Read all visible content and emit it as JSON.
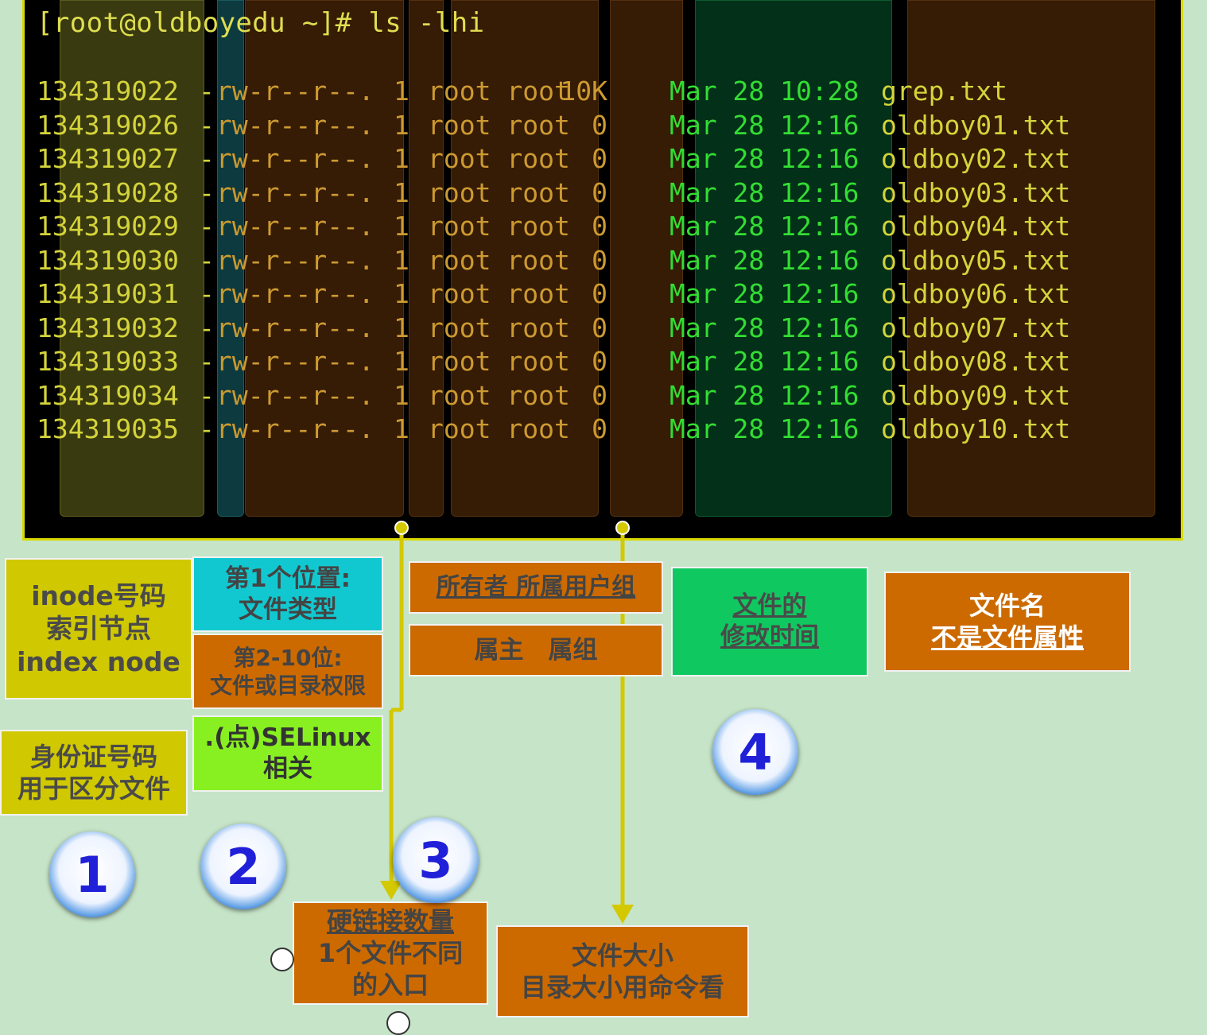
{
  "terminal": {
    "prompt": "[root@oldboyedu ~]# ls -lhi",
    "rows": [
      {
        "inode": "134319022",
        "type": "-",
        "perm": "rw-r--r--.",
        "links": "1",
        "owner": "root root",
        "size": "10K",
        "time": "Mar 28 10:28",
        "name": "grep.txt"
      },
      {
        "inode": "134319026",
        "type": "-",
        "perm": "rw-r--r--.",
        "links": "1",
        "owner": "root root",
        "size": "0",
        "time": "Mar 28 12:16",
        "name": "oldboy01.txt"
      },
      {
        "inode": "134319027",
        "type": "-",
        "perm": "rw-r--r--.",
        "links": "1",
        "owner": "root root",
        "size": "0",
        "time": "Mar 28 12:16",
        "name": "oldboy02.txt"
      },
      {
        "inode": "134319028",
        "type": "-",
        "perm": "rw-r--r--.",
        "links": "1",
        "owner": "root root",
        "size": "0",
        "time": "Mar 28 12:16",
        "name": "oldboy03.txt"
      },
      {
        "inode": "134319029",
        "type": "-",
        "perm": "rw-r--r--.",
        "links": "1",
        "owner": "root root",
        "size": "0",
        "time": "Mar 28 12:16",
        "name": "oldboy04.txt"
      },
      {
        "inode": "134319030",
        "type": "-",
        "perm": "rw-r--r--.",
        "links": "1",
        "owner": "root root",
        "size": "0",
        "time": "Mar 28 12:16",
        "name": "oldboy05.txt"
      },
      {
        "inode": "134319031",
        "type": "-",
        "perm": "rw-r--r--.",
        "links": "1",
        "owner": "root root",
        "size": "0",
        "time": "Mar 28 12:16",
        "name": "oldboy06.txt"
      },
      {
        "inode": "134319032",
        "type": "-",
        "perm": "rw-r--r--.",
        "links": "1",
        "owner": "root root",
        "size": "0",
        "time": "Mar 28 12:16",
        "name": "oldboy07.txt"
      },
      {
        "inode": "134319033",
        "type": "-",
        "perm": "rw-r--r--.",
        "links": "1",
        "owner": "root root",
        "size": "0",
        "time": "Mar 28 12:16",
        "name": "oldboy08.txt"
      },
      {
        "inode": "134319034",
        "type": "-",
        "perm": "rw-r--r--.",
        "links": "1",
        "owner": "root root",
        "size": "0",
        "time": "Mar 28 12:16",
        "name": "oldboy09.txt"
      },
      {
        "inode": "134319035",
        "type": "-",
        "perm": "rw-r--r--.",
        "links": "1",
        "owner": "root root",
        "size": "0",
        "time": "Mar 28 12:16",
        "name": "oldboy10.txt"
      }
    ]
  },
  "labels": {
    "inode": {
      "line1": "inode号码",
      "line2": "索引节点",
      "line3": "index node"
    },
    "idcard": {
      "line1": "身份证号码",
      "line2": "用于区分文件"
    },
    "type": {
      "line1": "第1个位置:",
      "line2": "文件类型"
    },
    "perm": {
      "line1": "第2-10位:",
      "line2": "文件或目录权限"
    },
    "selinux": {
      "line1": ".(点)SELinux",
      "line2": "相关"
    },
    "owner_group": {
      "line1": "所有者 所属用户组"
    },
    "owner_short": {
      "line1": "属主　属组"
    },
    "mtime": {
      "line1": "文件的",
      "line2": "修改时间"
    },
    "filename": {
      "line1": "文件名",
      "line2": "不是文件属性"
    },
    "hardlink": {
      "line1": "硬链接数量",
      "line2": "1个文件不同",
      "line3": "的入口"
    },
    "filesize": {
      "line1": "文件大小",
      "line2": "目录大小用命令看"
    }
  },
  "badges": [
    "1",
    "2",
    "3",
    "4"
  ],
  "colors": {
    "background": "#c6e4c8",
    "terminal_border": "#d9d900",
    "olive": "#d0c800",
    "teal": "#12c8d0",
    "orange": "#cc6a00",
    "green": "#10c860",
    "lime": "#88f020",
    "badge_digit": "#2020d8",
    "connector": "#d4c800"
  }
}
